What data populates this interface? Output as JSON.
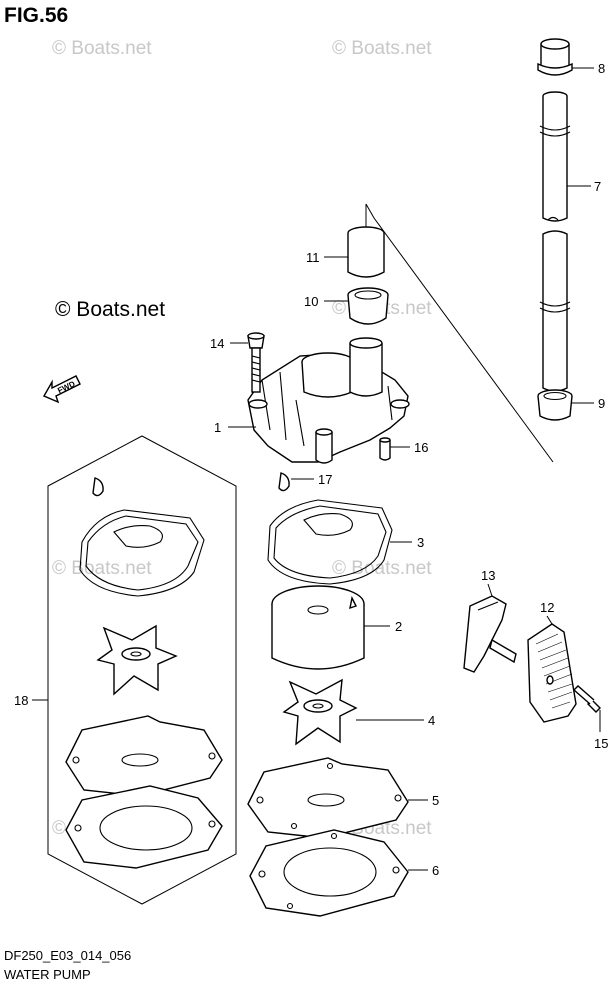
{
  "figure": {
    "title": "FIG.56",
    "code": "DF250_E03_014_056",
    "name": "WATER PUMP"
  },
  "watermark": {
    "text": "© Boats.net",
    "main_text": "© Boats.net"
  },
  "fwd_label": "FWD",
  "callouts": [
    {
      "id": "1",
      "label": "1"
    },
    {
      "id": "2",
      "label": "2"
    },
    {
      "id": "3",
      "label": "3"
    },
    {
      "id": "4",
      "label": "4"
    },
    {
      "id": "5",
      "label": "5"
    },
    {
      "id": "6",
      "label": "6"
    },
    {
      "id": "7",
      "label": "7"
    },
    {
      "id": "8",
      "label": "8"
    },
    {
      "id": "9",
      "label": "9"
    },
    {
      "id": "10",
      "label": "10"
    },
    {
      "id": "11",
      "label": "11"
    },
    {
      "id": "12",
      "label": "12"
    },
    {
      "id": "13",
      "label": "13"
    },
    {
      "id": "14",
      "label": "14"
    },
    {
      "id": "15",
      "label": "15"
    },
    {
      "id": "16",
      "label": "16"
    },
    {
      "id": "17",
      "label": "17"
    },
    {
      "id": "18",
      "label": "18"
    }
  ]
}
